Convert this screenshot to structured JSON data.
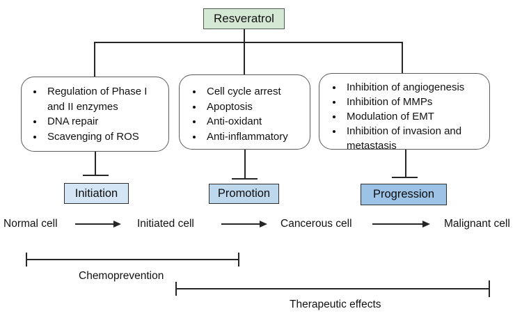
{
  "diagram": {
    "title": "Resveratrol",
    "mechanisms": [
      {
        "name": "initiation-mechanisms",
        "items": [
          "Regulation of Phase I and II enzymes",
          "DNA repair",
          "Scavenging of ROS"
        ]
      },
      {
        "name": "promotion-mechanisms",
        "items": [
          "Cell cycle arrest",
          "Apoptosis",
          "Anti-oxidant",
          "Anti-inflammatory"
        ]
      },
      {
        "name": "progression-mechanisms",
        "items": [
          "Inhibition of angiogenesis",
          "Inhibition of MMPs",
          "Modulation of EMT",
          "Inhibition of invasion and metastasis"
        ]
      }
    ],
    "stages": [
      {
        "label": "Initiation",
        "bg": "#d4e6f5"
      },
      {
        "label": "Promotion",
        "bg": "#bdd8ed"
      },
      {
        "label": "Progression",
        "bg": "#9cc3e5"
      }
    ],
    "cells": [
      "Normal cell",
      "Initiated cell",
      "Cancerous cell",
      "Malignant cell"
    ],
    "brackets": [
      "Chemoprevention",
      "Therapeutic effects"
    ],
    "colors": {
      "title_bg": "#d5e8d4",
      "line": "#262626"
    }
  }
}
